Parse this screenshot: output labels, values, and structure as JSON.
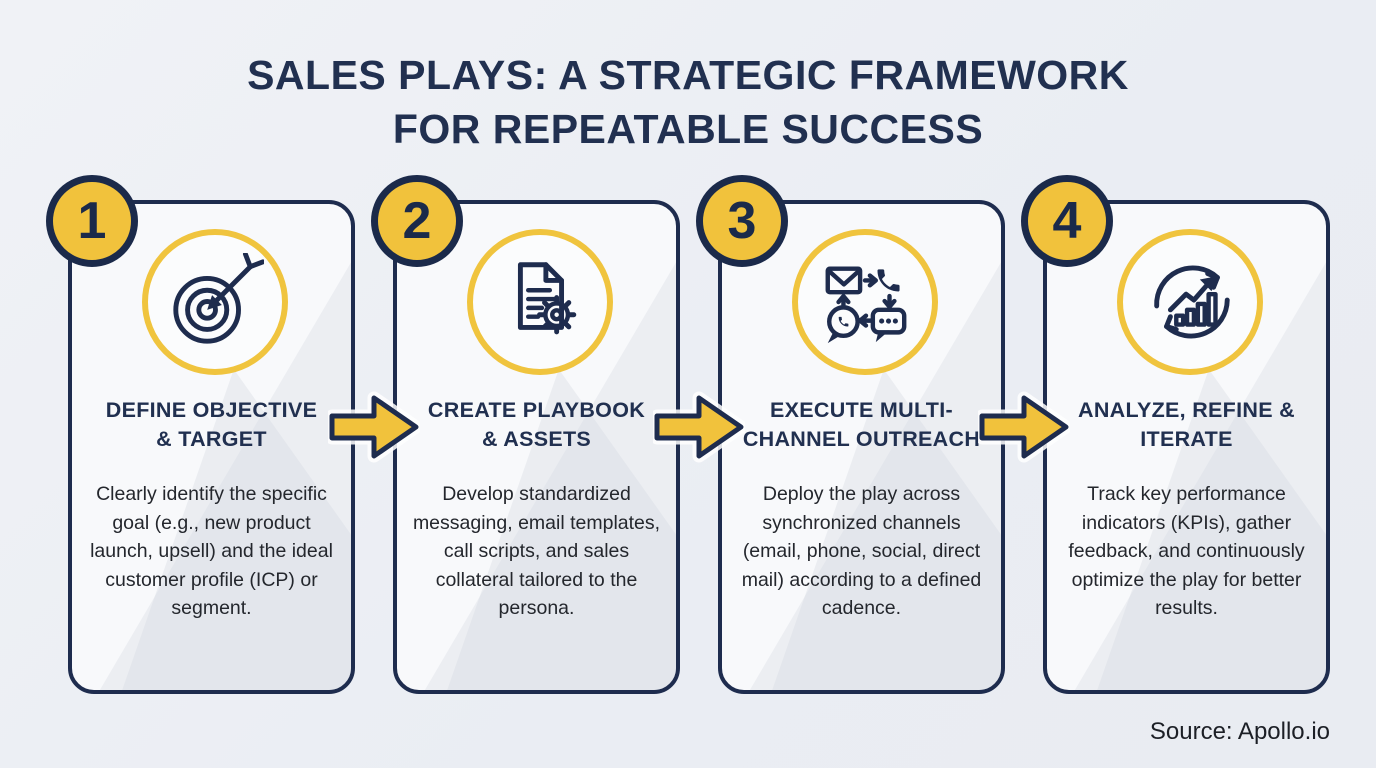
{
  "title": "SALES PLAYS: A STRATEGIC FRAMEWORK\nFOR REPEATABLE SUCCESS",
  "steps": [
    {
      "number": "1",
      "icon": "target-icon",
      "title": "DEFINE OBJECTIVE\n& TARGET",
      "description": "Clearly identify the specific goal (e.g., new product launch, upsell) and the ideal customer profile (ICP) or segment."
    },
    {
      "number": "2",
      "icon": "playbook-document-gear-icon",
      "title": "CREATE PLAYBOOK\n& ASSETS",
      "description": "Develop standardized messaging, email templates, call scripts, and sales collateral tailored to the persona."
    },
    {
      "number": "3",
      "icon": "multichannel-cycle-icon",
      "title": "EXECUTE MULTI-\nCHANNEL OUTREACH",
      "description": "Deploy the play across synchronized channels (email, phone, social, direct mail) according to a defined cadence."
    },
    {
      "number": "4",
      "icon": "analyze-iterate-chart-icon",
      "title": "ANALYZE, REFINE &\nITERATE",
      "description": "Track key performance indicators (KPIs), gather feedback, and continuously optimize the play for better results."
    }
  ],
  "source": "Source: Apollo.io",
  "colors": {
    "accent_yellow": "#F1C23C",
    "navy": "#1E2C4E",
    "background": "#EDEFF4",
    "card_background": "#F8F9FB",
    "body_text": "#24272D"
  }
}
